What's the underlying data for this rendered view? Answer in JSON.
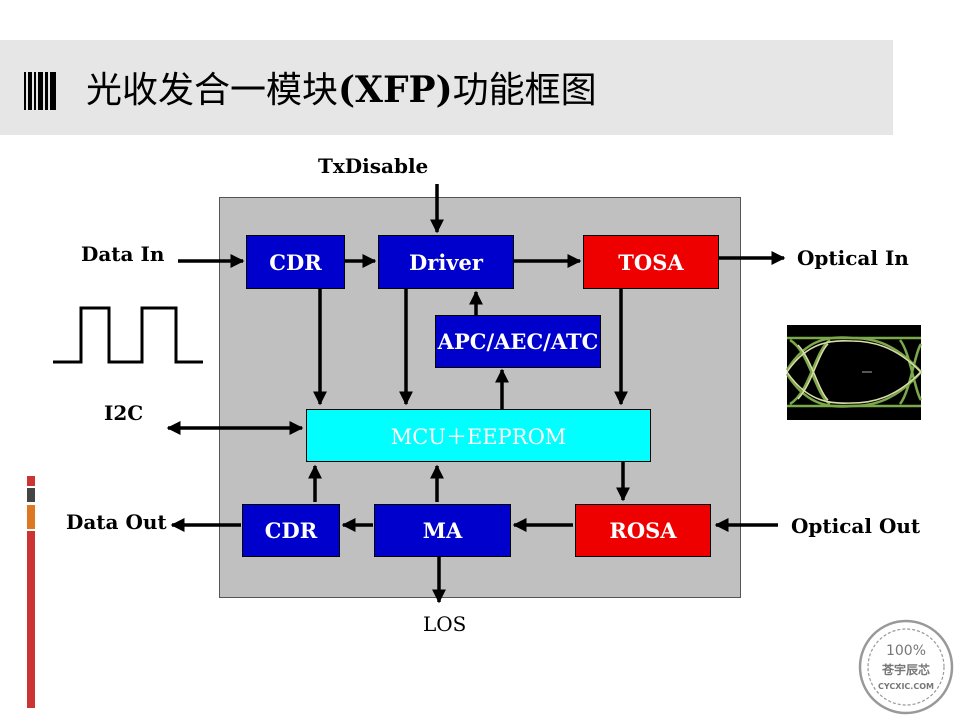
{
  "title": {
    "cn_prefix": "光收发合一模块",
    "latin": "(XFP)",
    "cn_suffix": "功能框图"
  },
  "blocks": {
    "cdr_tx": "CDR",
    "driver": "Driver",
    "tosa": "TOSA",
    "apc": "APC/AEC/ATC",
    "mcu": "MCU＋EEPROM",
    "cdr_rx": "CDR",
    "ma": "MA",
    "rosa": "ROSA"
  },
  "labels": {
    "txdisable": "TxDisable",
    "data_in": "Data In",
    "optical_in": "Optical In",
    "i2c": "I2C",
    "data_out": "Data Out",
    "optical_out": "Optical Out",
    "los": "LOS"
  },
  "stamp": {
    "percent": "100%",
    "cn": "苍宇辰芯",
    "url": "CYCXIC.COM"
  },
  "colors": {
    "block_blue": "#0000cc",
    "block_red": "#ee0000",
    "block_cyan": "#00ffff",
    "module_gray": "#c0c0c0",
    "banner_gray": "#e6e6e6",
    "deco_red": "#cc3333",
    "deco_dark": "#444444",
    "deco_orange": "#dd7722"
  }
}
